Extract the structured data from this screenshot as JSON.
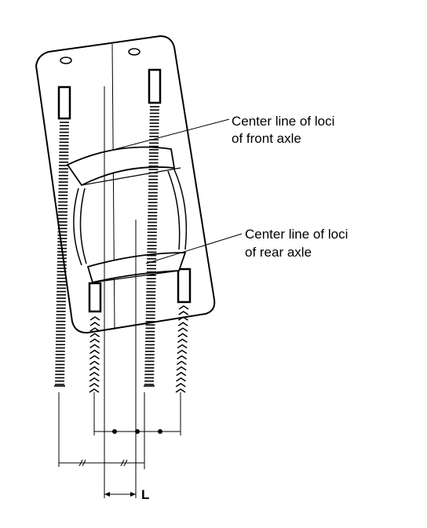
{
  "labels": {
    "front_line_1": "Center line of loci",
    "front_line_2": "of front axle",
    "rear_line_1": "Center line of loci",
    "rear_line_2": "of rear axle",
    "offset": "L"
  },
  "colors": {
    "ink": "#000000",
    "paper": "#ffffff"
  },
  "icons": {
    "equal_tick": "double-slash",
    "dot": "filled-circle"
  }
}
